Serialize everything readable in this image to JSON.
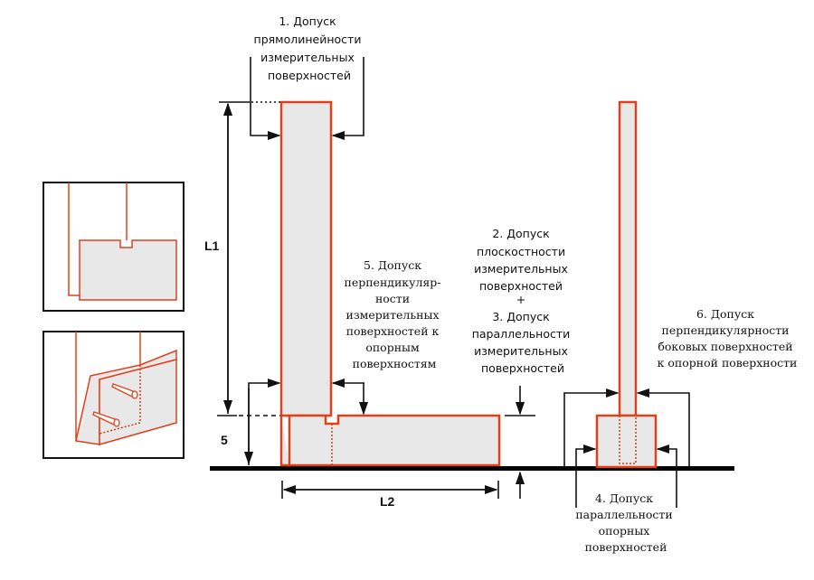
{
  "colors": {
    "outline": "#e0401a",
    "fill": "#e8e8e8",
    "ink": "#111111",
    "base": "#000000"
  },
  "dimensions": {
    "l1": "L1",
    "l2": "L2",
    "five": "5"
  },
  "labels": {
    "tol1": [
      "1. Допуск",
      "прямолинейности",
      "измерительных",
      "поверхностей"
    ],
    "tol23": [
      "2. Допуск",
      "плоскостности",
      "измерительных",
      "поверхностей",
      "+",
      "3. Допуск",
      "параллельности",
      "измерительных",
      "поверхностей"
    ],
    "tol5": [
      "5. Допуск",
      "перпендикуляр-",
      "ности",
      "измерительных",
      "поверхностей к",
      "опорным",
      "поверхностям"
    ],
    "tol6": [
      "6. Допуск",
      "перпендикулярности",
      "боковых поверхностей",
      "к опорной поверхности"
    ],
    "tol4": [
      "4. Допуск",
      "параллельности",
      "опорных",
      "поверхностей"
    ]
  }
}
